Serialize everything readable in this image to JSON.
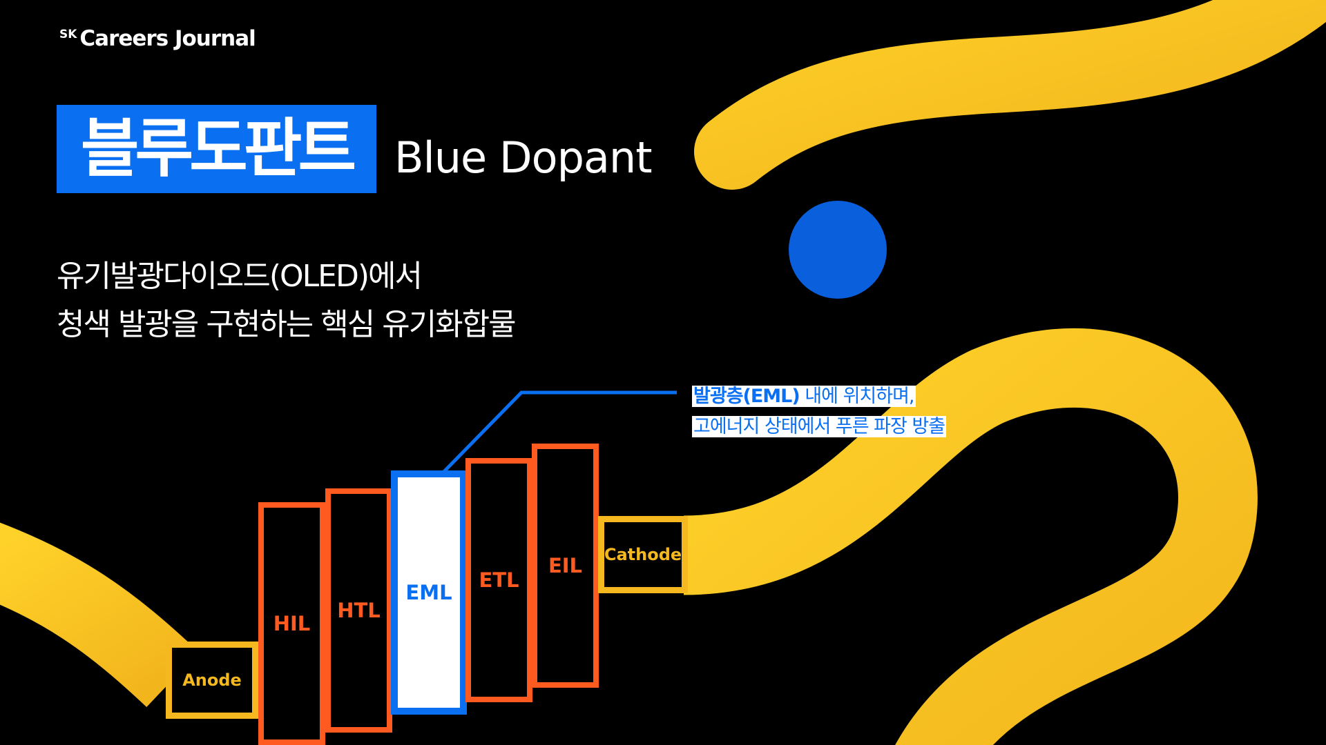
{
  "brand": {
    "prefix": "SK",
    "name": "Careers Journal"
  },
  "title": {
    "korean": "블루도판트",
    "english": "Blue Dopant"
  },
  "subtitle": {
    "line1": "유기발광다이오드(OLED)에서",
    "line2": "청색 발광을 구현하는 핵심 유기화합물"
  },
  "callout": {
    "line1_bold": "발광층(EML)",
    "line1_rest": " 내에 위치하며,",
    "line2": "고에너지 상태에서 푸른 파장 방출"
  },
  "layers": {
    "anode": "Anode",
    "hil": "HIL",
    "htl": "HTL",
    "eml": "EML",
    "etl": "ETL",
    "eil": "EIL",
    "cathode": "Cathode"
  },
  "colors": {
    "background": "#000000",
    "accent_blue": "#0a6ff0",
    "layer_orange": "#ff5a1f",
    "ribbon_yellow": "#f5b81f",
    "text": "#ffffff"
  }
}
